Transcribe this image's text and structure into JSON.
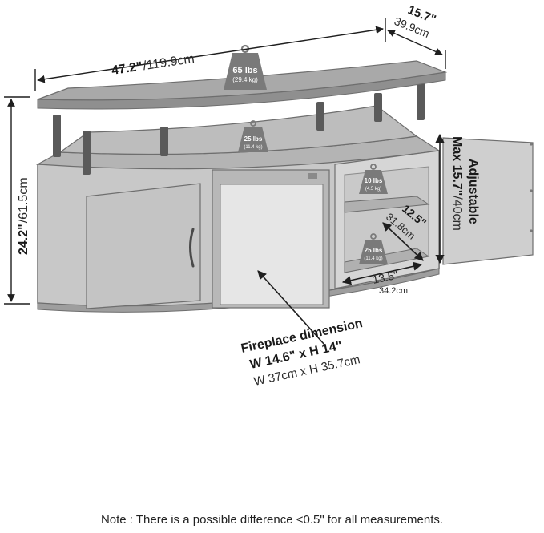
{
  "dimensions": {
    "width_in": "47.2\"",
    "width_cm": "/119.9cm",
    "depth_in": "15.7\"",
    "depth_cm": "39.9cm",
    "height_in": "24.2\"",
    "height_cm": "/61.5cm",
    "shelf_height_label": "Adjustable",
    "shelf_height_in": "Max 15.7\"",
    "shelf_height_cm": "/40cm",
    "shelf_depth_in": "12.5\"",
    "shelf_depth_cm": "31.8cm",
    "shelf_width_in": "13.5\"",
    "shelf_width_cm": "34.2cm"
  },
  "weights": {
    "top": {
      "lbs": "65 lbs",
      "kg": "(29.4 kg)"
    },
    "middle": {
      "lbs": "25 lbs",
      "kg": "(11.4 kg)"
    },
    "cabinet_upper": {
      "lbs": "10 lbs",
      "kg": "(4.5 kg)"
    },
    "cabinet_lower": {
      "lbs": "25 lbs",
      "kg": "(11.4 kg)"
    }
  },
  "fireplace": {
    "title": "Fireplace dimension",
    "imperial": "W 14.6\" x H 14\"",
    "metric": "W 37cm x H 35.7cm"
  },
  "note": "Note : There is a possible difference <0.5\" for all measurements.",
  "colors": {
    "body": "#c8c8c8",
    "top": "#a9a9a9",
    "post": "#5a5a5a",
    "outline": "#6e6e6e",
    "weight_icon": "#7a7a7a",
    "arrow": "#1f1f1f"
  }
}
